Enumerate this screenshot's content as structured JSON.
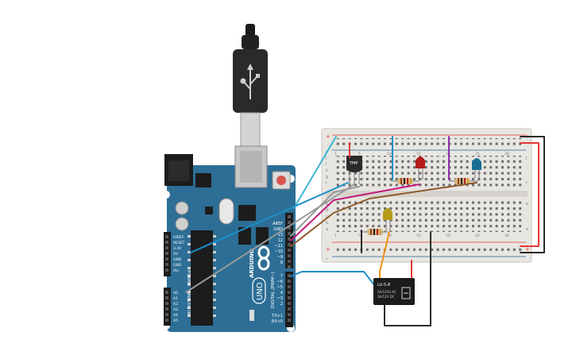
{
  "arduino": {
    "logo_text": "ARDUINO",
    "model_text": "UNO",
    "aref": "AREF",
    "gnd_top": "GND",
    "pins_digital": [
      "13",
      "12",
      "~11",
      "~10",
      "~9",
      "8",
      "7",
      "~6",
      "~5",
      "4",
      "~3",
      "2",
      "TX>1",
      "RX<0"
    ],
    "power_pins": [
      "IOREF",
      "RESET",
      "3.3V",
      "5V",
      "GND",
      "GND",
      "Vin"
    ],
    "analog_pins": [
      "A0",
      "A1",
      "A2",
      "A3",
      "A4",
      "A5"
    ],
    "power_label": "POWER",
    "analog_label": "ANALOG IN",
    "digital_label": "DIGITAL (PWM~)"
  },
  "sensor": {
    "label": "TMP"
  },
  "relay": {
    "model": "LU-5-R",
    "rating1": "5A/125V AC",
    "rating2": "3A/12V DC"
  },
  "breadboard": {
    "row_letters_top": [
      "j",
      "i",
      "h",
      "g",
      "f"
    ],
    "row_letters_bottom": [
      "e",
      "d",
      "c",
      "b",
      "a"
    ],
    "col_numbers": [
      "1",
      "5",
      "10",
      "15",
      "20",
      "25",
      "30"
    ]
  },
  "colors": {
    "board": "#2d6e96",
    "breadboard": "#e8e6e1",
    "wire_red": "#e53935",
    "wire_black": "#2b2b2b",
    "wire_blue": "#1f8ec9",
    "wire_cyan": "#3ab5d4",
    "wire_magenta": "#c2187a",
    "wire_purple": "#8a2ca5",
    "wire_brown": "#8b5a2b",
    "wire_orange": "#f29114",
    "wire_gray": "#9a9a9a",
    "led_red": "#b71c1c",
    "led_blue": "#1b6f93",
    "led_yellow": "#b59a1a"
  }
}
